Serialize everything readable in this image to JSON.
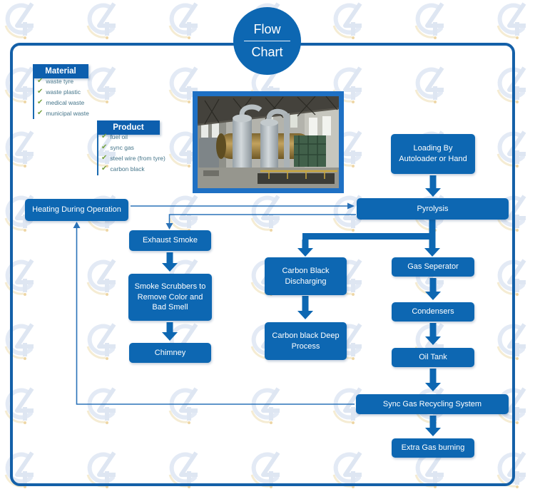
{
  "title": {
    "line1": "Flow",
    "line2": "Chart"
  },
  "material": {
    "header": "Material",
    "items": [
      "waste tyre",
      "waste plastic",
      "medical waste",
      "municipal waste"
    ]
  },
  "product": {
    "header": "Product",
    "items": [
      "fuel oil",
      "sync gas",
      "steel wire (from tyre)",
      "carbon black"
    ]
  },
  "nodes": {
    "heating": "Heating During Operation",
    "loading": "Loading By Autoloader or Hand",
    "pyrolysis": "Pyrolysis",
    "exhaust": "Exhaust Smoke",
    "scrubbers": "Smoke Scrubbers to Remove Color and Bad Smell",
    "chimney": "Chimney",
    "carbon_discharging": "Carbon Black Discharging",
    "carbon_deep": "Carbon black Deep Process",
    "gas_separator": "Gas Seperator",
    "condensers": "Condensers",
    "oil_tank": "Oil Tank",
    "sync_gas": "Sync Gas Recycling System",
    "extra_gas": "Extra Gas burning"
  },
  "photo": {
    "alt": "Pyrolysis plant equipment inside factory"
  },
  "colors": {
    "node_blue": "#0d67b2",
    "frame_blue": "#1460a8",
    "thin_line_blue": "#2a72b8",
    "check_green": "#76a23e",
    "item_text": "#45758a",
    "watermark_blue": "#ccd9ec",
    "watermark_gold": "#ecdcae"
  },
  "checkmark_glyph": "✔"
}
